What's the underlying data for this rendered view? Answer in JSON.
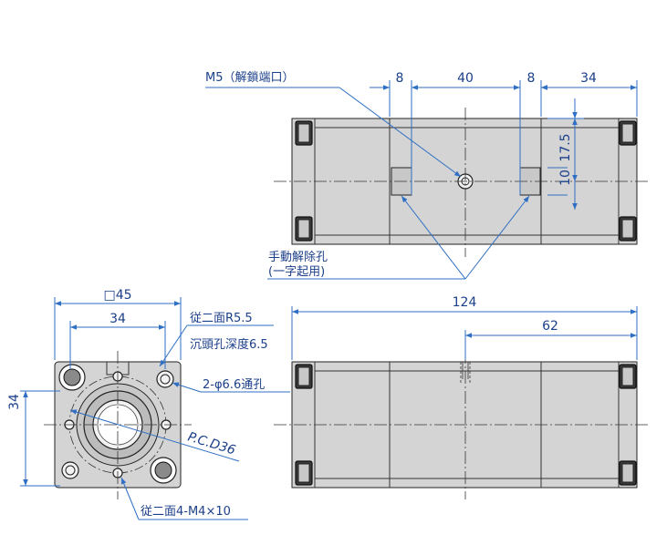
{
  "top_view": {
    "port_label": "M5（解鎖端口）",
    "dim_8_left": "8",
    "dim_40": "40",
    "dim_8_right": "8",
    "dim_34": "34",
    "dim_17_5": "17.5",
    "dim_10": "10",
    "manual_release_label_1": "手動解除孔",
    "manual_release_label_2": "(一字起用)"
  },
  "front_view": {
    "dim_124": "124",
    "dim_62": "62"
  },
  "side_view": {
    "dim_square_45": "□45",
    "dim_34_horizontal": "34",
    "dim_34_vertical": "34",
    "label_r5_5": "従二面R5.5",
    "label_counterbore": "沉頭孔深度6.5",
    "label_through_hole": "2-φ6.6通孔",
    "label_pcd": "P.C.D36",
    "label_tapped": "従二面4-M4×10"
  },
  "colors": {
    "dimension_text": "#1b3f8a",
    "dimension_line": "#2f6fc4",
    "part_fill": "#d4d4d4"
  }
}
